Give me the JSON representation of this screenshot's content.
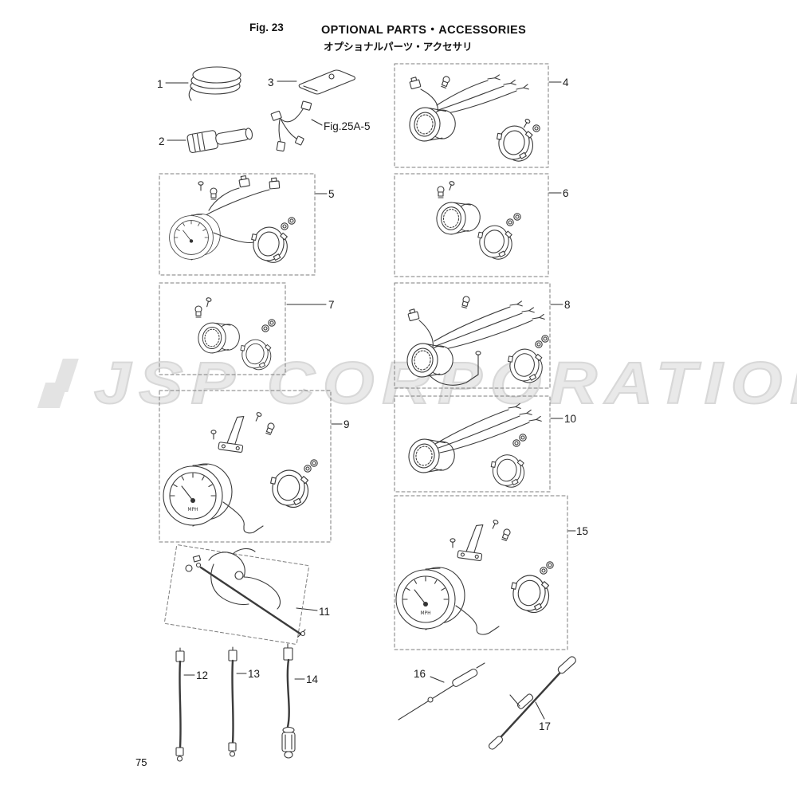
{
  "header": {
    "fig_label": "Fig. 23",
    "title": "OPTIONAL PARTS・ACCESSORIES",
    "subtitle": "オプショナルパーツ・アクセサリ"
  },
  "fig_reference": "Fig.25A-5",
  "watermark": {
    "text": "JSP CORPORATION"
  },
  "gauge_unit": "MPH",
  "page_number": "75",
  "parts": [
    "1",
    "2",
    "3",
    "4",
    "5",
    "6",
    "7",
    "8",
    "9",
    "10",
    "11",
    "12",
    "13",
    "14",
    "15",
    "16",
    "17"
  ]
}
